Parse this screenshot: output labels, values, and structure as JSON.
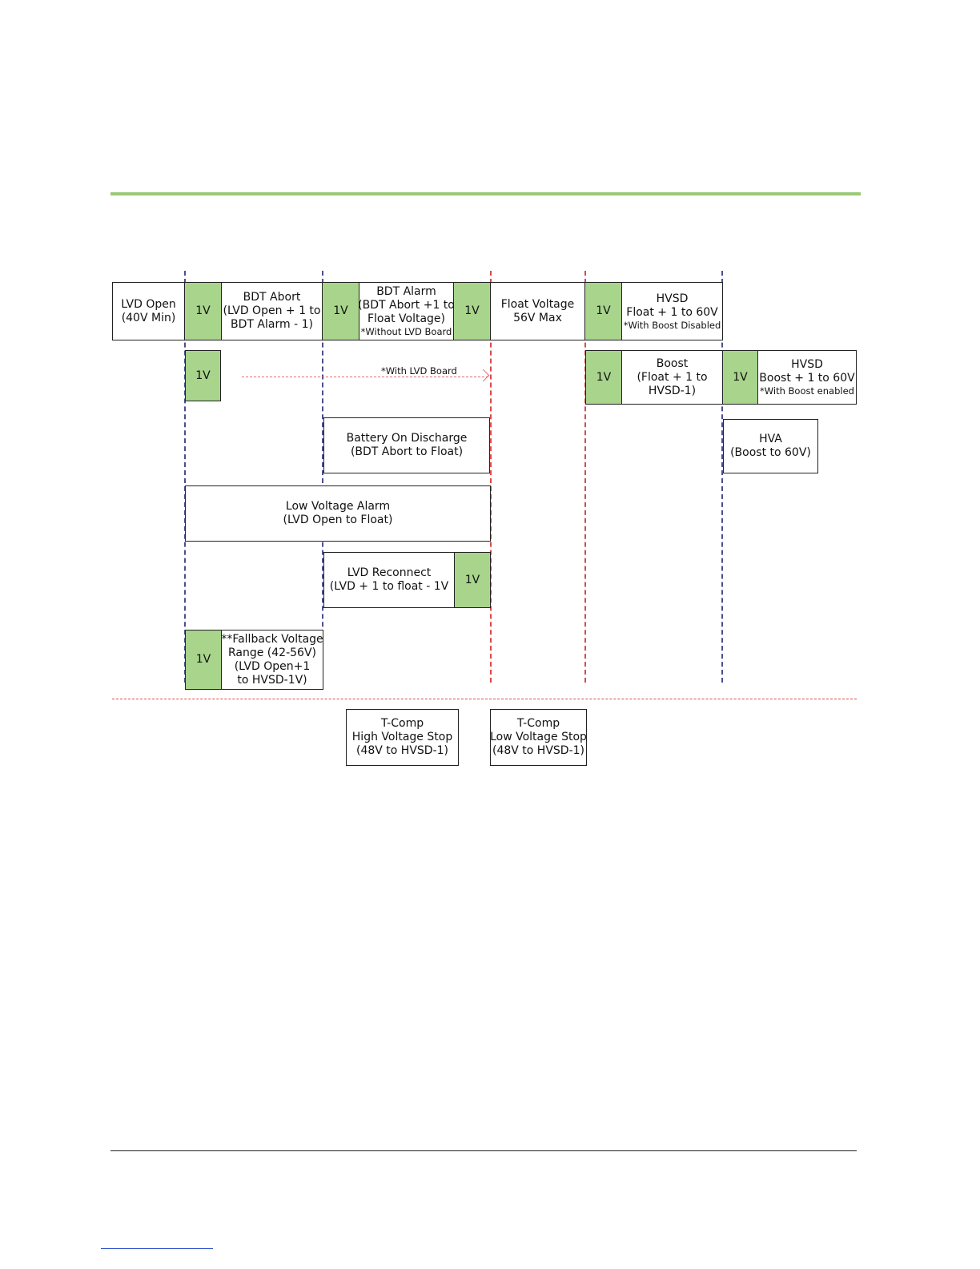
{
  "one_volt": "1V",
  "lvd_open": {
    "title": "LVD Open",
    "range": "(40V Min)"
  },
  "bdt_abort": {
    "title": "BDT Abort",
    "line2": "(LVD Open + 1 to",
    "line3": "BDT Alarm - 1)"
  },
  "bdt_alarm": {
    "title": "BDT Alarm",
    "line2": "(BDT Abort +1 to",
    "line3": "Float Voltage)",
    "note": "*Without LVD Board"
  },
  "float_voltage": {
    "title": "Float Voltage",
    "max": "56V Max"
  },
  "hvsd_1": {
    "title": "HVSD",
    "line2": "Float + 1 to 60V",
    "note": "*With Boost Disabled"
  },
  "with_lvd_board": "*With LVD Board",
  "boost": {
    "title": "Boost",
    "line2": "(Float + 1 to",
    "line3": "HVSD-1)"
  },
  "hvsd_2": {
    "title": "HVSD",
    "line2": "Boost + 1 to 60V",
    "note": "*With Boost enabled"
  },
  "battery_on_discharge": {
    "title": "Battery On Discharge",
    "range": "(BDT Abort to Float)"
  },
  "hva": {
    "title": "HVA",
    "range": "(Boost to 60V)"
  },
  "low_voltage_alarm": {
    "title": "Low Voltage Alarm",
    "range": "(LVD Open to Float)"
  },
  "lvd_reconnect": {
    "title": "LVD Reconnect",
    "range": "(LVD + 1 to float - 1V"
  },
  "fallback": {
    "title": "**Fallback Voltage",
    "line2": "Range (42-56V)",
    "line3": "(LVD Open+1",
    "line4": "to HVSD-1V)"
  },
  "tcomp_high": {
    "title": "T-Comp",
    "line2": "High Voltage Stop",
    "line3": "(48V to HVSD-1)"
  },
  "tcomp_low": {
    "title": "T-Comp",
    "line2": "Low Voltage Stop",
    "line3": "(48V to HVSD-1)"
  },
  "colors": {
    "accent_green": "#a8d48c",
    "rule_green": "#9bc978",
    "blue_dash": "#4a4f8f",
    "red_dash": "#d94a4a"
  }
}
